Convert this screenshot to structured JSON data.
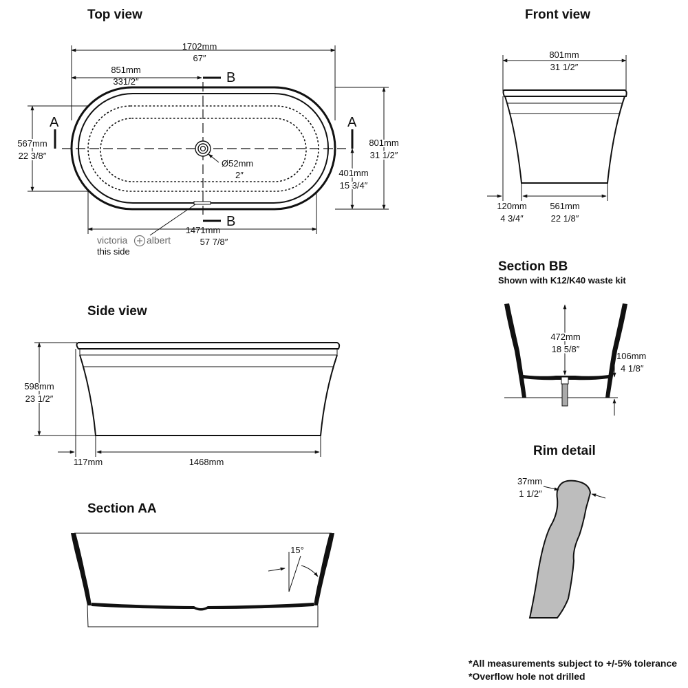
{
  "top_view": {
    "title": "Top view",
    "overall_length": [
      "1702mm",
      "67″"
    ],
    "half_length": [
      "851mm",
      "331/2″"
    ],
    "section_marker_b": "B",
    "section_marker_a": "A",
    "width_left": [
      "567mm",
      "22 3/8″"
    ],
    "width_right": [
      "801mm",
      "31 1/2″"
    ],
    "waste_diameter": [
      "Ø52mm",
      "2″"
    ],
    "half_width": [
      "401mm",
      "15 3/4″"
    ],
    "inner_length": [
      "1471mm",
      "57  7/8″"
    ],
    "brand": [
      "victoria",
      "albert"
    ],
    "brand_side": "this side"
  },
  "front_view": {
    "title": "Front view",
    "top_width": [
      "801mm",
      "31 1/2″"
    ],
    "offset": [
      "120mm",
      "4 3/4″"
    ],
    "base_width": [
      "561mm",
      "22 1/8″"
    ]
  },
  "section_bb": {
    "title": "Section BB",
    "subtitle": "Shown with K12/K40 waste kit",
    "depth": [
      "472mm",
      "18 5/8″"
    ],
    "waste_height": [
      "106mm",
      "4 1/8″"
    ]
  },
  "side_view": {
    "title": "Side view",
    "height": [
      "598mm",
      "23 1/2″"
    ],
    "offset": "117mm",
    "base_length": "1468mm"
  },
  "rim_detail": {
    "title": "Rim detail",
    "thickness": [
      "37mm",
      "1 1/2″"
    ]
  },
  "section_aa": {
    "title": "Section AA",
    "angle": "15°"
  },
  "notes": [
    "*All measurements subject to +/-5% tolerance",
    "*Overflow hole not drilled"
  ]
}
